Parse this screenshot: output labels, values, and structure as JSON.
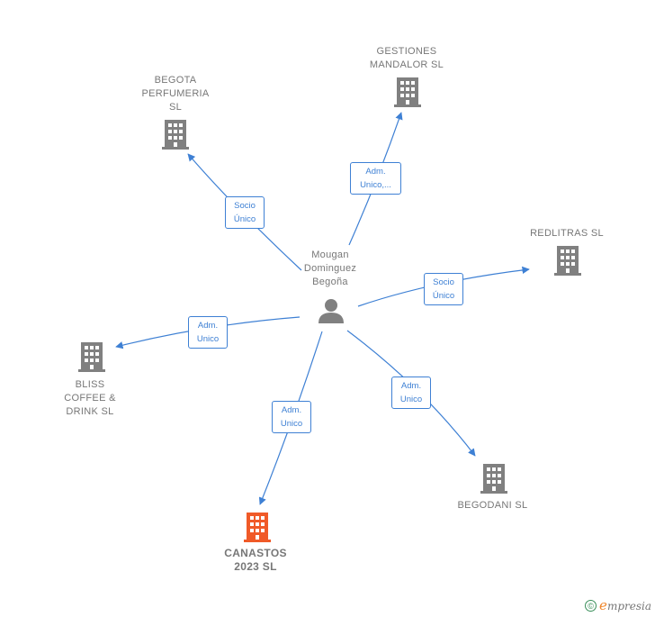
{
  "colors": {
    "link": "#3e80d4",
    "building": "#808080",
    "highlight_building": "#f05a28",
    "person": "#808080"
  },
  "center": {
    "name": "Mougan\nDominguez\nBegoña",
    "icon": "person-icon"
  },
  "companies": [
    {
      "id": "begota",
      "name": "BEGOTA\nPERFUMERIA\nSL",
      "highlight": false
    },
    {
      "id": "gestiones",
      "name": "GESTIONES\nMANDALOR  SL",
      "highlight": false
    },
    {
      "id": "redlitras",
      "name": "REDLITRAS SL",
      "highlight": false
    },
    {
      "id": "bliss",
      "name": "BLISS\nCOFFEE &\nDRINK  SL",
      "highlight": false
    },
    {
      "id": "begodani",
      "name": "BEGODANI  SL",
      "highlight": false
    },
    {
      "id": "canastos",
      "name": "CANASTOS\n2023  SL",
      "highlight": true
    }
  ],
  "relations": [
    {
      "target": "begota",
      "label": "Socio\nÚnico"
    },
    {
      "target": "gestiones",
      "label": "Adm.\nUnico,..."
    },
    {
      "target": "redlitras",
      "label": "Socio\nÚnico"
    },
    {
      "target": "bliss",
      "label": "Adm.\nUnico"
    },
    {
      "target": "begodani",
      "label": "Adm.\nUnico"
    },
    {
      "target": "canastos",
      "label": "Adm.\nUnico"
    }
  ],
  "footer": {
    "copyright_symbol": "©",
    "brand_initial": "e",
    "brand_rest": "mpresia"
  }
}
